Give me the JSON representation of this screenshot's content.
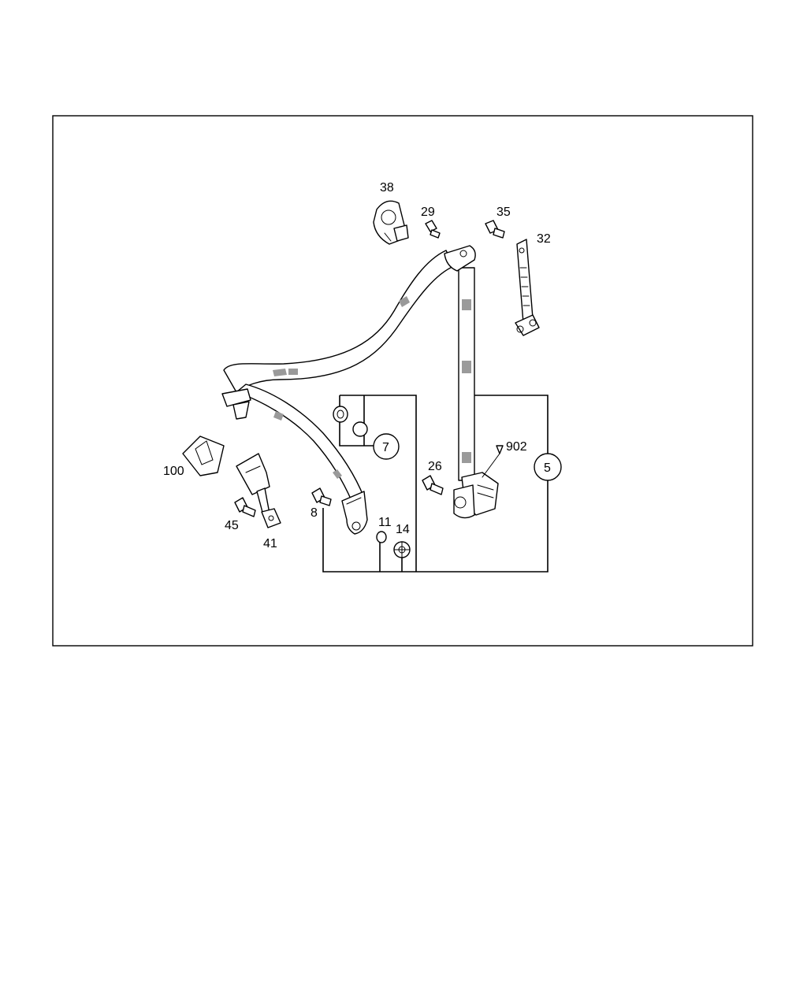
{
  "diagram": {
    "callouts": {
      "c38": "38",
      "c29": "29",
      "c35": "35",
      "c32": "32",
      "c902": "902",
      "c7": "7",
      "c5": "5",
      "c26": "26",
      "c100": "100",
      "c45": "45",
      "c41": "41",
      "c8": "8",
      "c11": "11",
      "c14": "14"
    }
  }
}
